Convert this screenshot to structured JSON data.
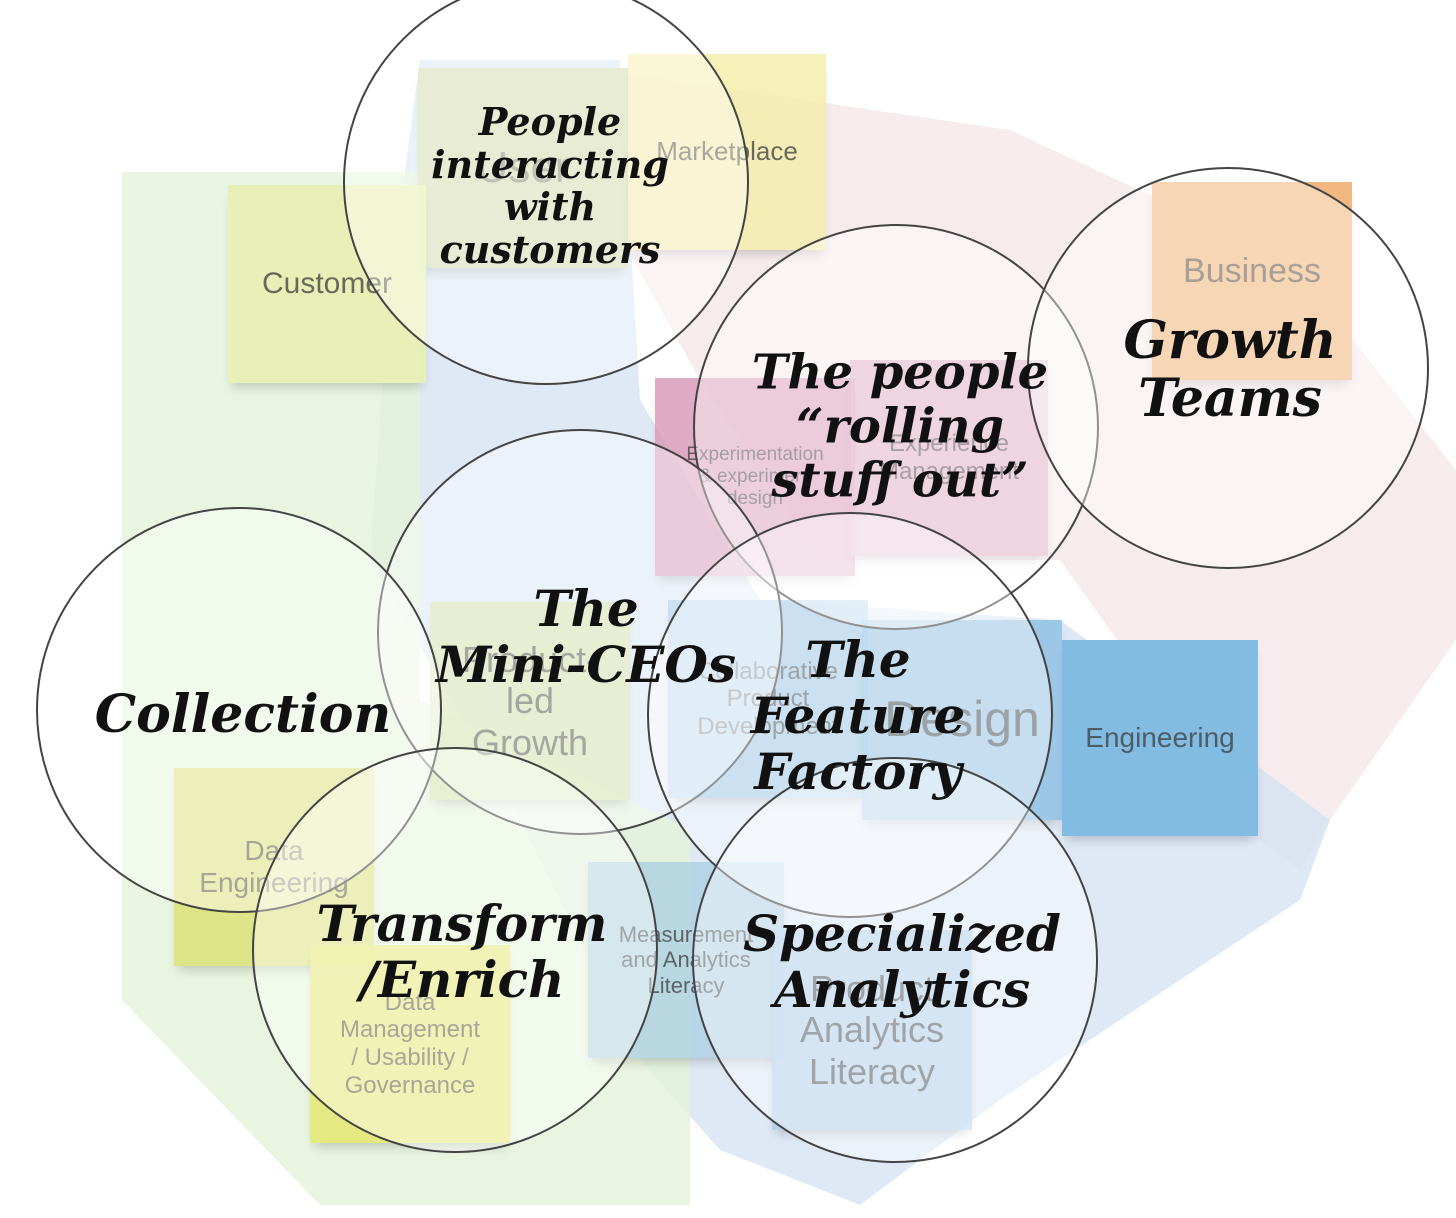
{
  "diagram": {
    "notes": {
      "user": "User",
      "marketplace": "Marketplace",
      "customer": "Customer",
      "business": "Business",
      "experimentation": "Experimentation\n& experiment\ndesign",
      "experience_mgmt": "Experience\nManagement",
      "plg": "Product-\nled\nGrowth",
      "collab": "Collaborative\nProduct\nDevelopment",
      "design": "Design",
      "engineering": "Engineering",
      "data_eng": "Data\nEngineering",
      "data_mgmt": "Data\nManagement\n/ Usability /\nGovernance",
      "measurement": "Measurement\nand Analytics\nLiteracy",
      "product_analytics": "Product\nAnalytics\nLiteracy"
    },
    "circles": {
      "people_interacting": "People\ninteracting\nwith\ncustomers",
      "rolling_out": "The people\n“rolling\nstuff out”",
      "growth_teams": "Growth\nTeams",
      "mini_ceos": "The\nMini-CEOs",
      "collection": "Collection",
      "feature_factory": "The\nFeature\nFactory",
      "transform": "Transform\n/Enrich",
      "specialized": "Specialized\nAnalytics"
    },
    "colors": {
      "green_region": "#e6f4dc",
      "blue_region": "#d7e3f1",
      "pink_region": "#f2e9ea",
      "yellow_note": "#eef0a8",
      "pink_note": "#d8a1bd",
      "orange_note": "#f0b57a",
      "blue_note": "#86bde0",
      "circle_stroke": "#444444"
    }
  }
}
